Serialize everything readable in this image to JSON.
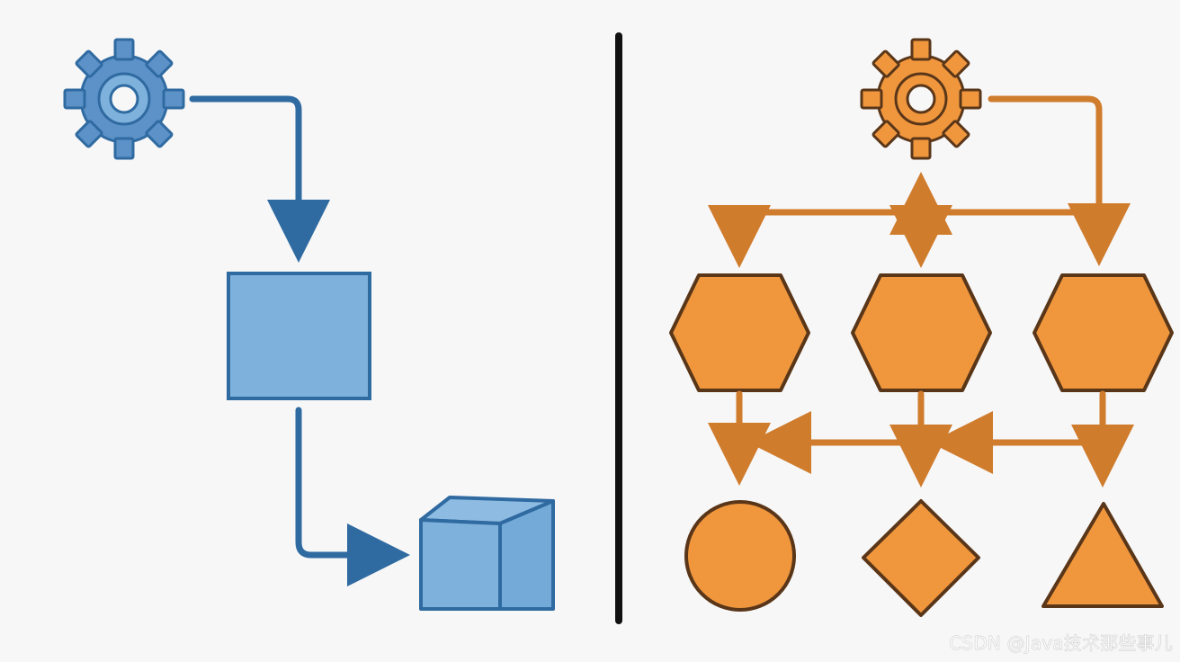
{
  "diagram": {
    "left_panel": {
      "shapes": [
        "gear",
        "square",
        "cube"
      ],
      "color": "#2f6aa1",
      "fill": "#7eb2dc"
    },
    "right_panel": {
      "top_shape": "gear",
      "middle_shapes": [
        "hexagon",
        "hexagon",
        "hexagon"
      ],
      "bottom_shapes": [
        "circle",
        "diamond",
        "triangle"
      ],
      "color": "#b86a26",
      "fill": "#f0973d",
      "stroke": "#5a3619"
    },
    "divider_color": "#111111"
  },
  "watermark": {
    "text": "CSDN @Java技术那些事儿"
  }
}
